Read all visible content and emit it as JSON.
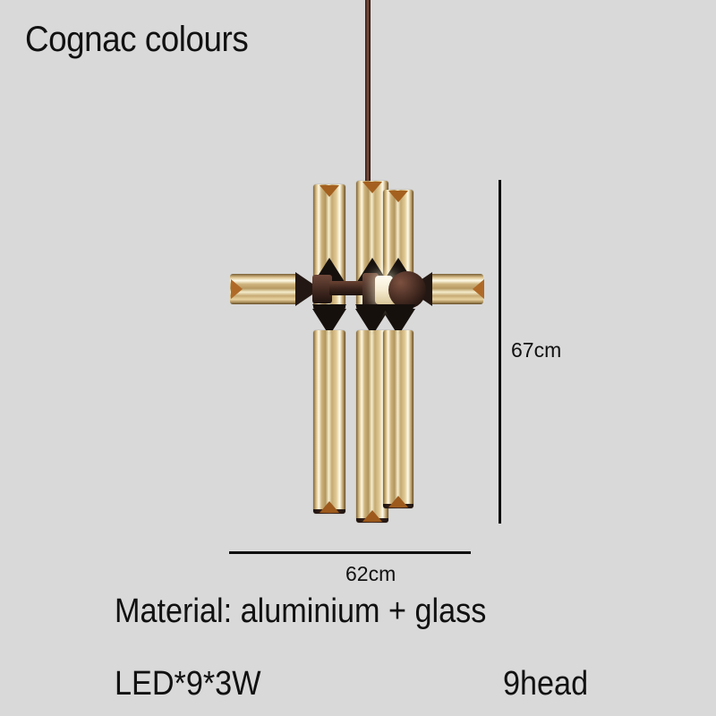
{
  "page": {
    "background_color": "#d9d9d9",
    "title": "Cognac colours"
  },
  "dimensions": {
    "height_label": "67cm",
    "width_label": "62cm"
  },
  "specs": {
    "material": "Material: aluminium + glass",
    "led": "LED*9*3W",
    "heads": "9head"
  },
  "product": {
    "glass_color": "#d9b87a",
    "metal_color": "#3a241c",
    "accent_color": "#a4601f",
    "tubes_up": 3,
    "tubes_down": 3,
    "arms_horizontal": 2
  }
}
